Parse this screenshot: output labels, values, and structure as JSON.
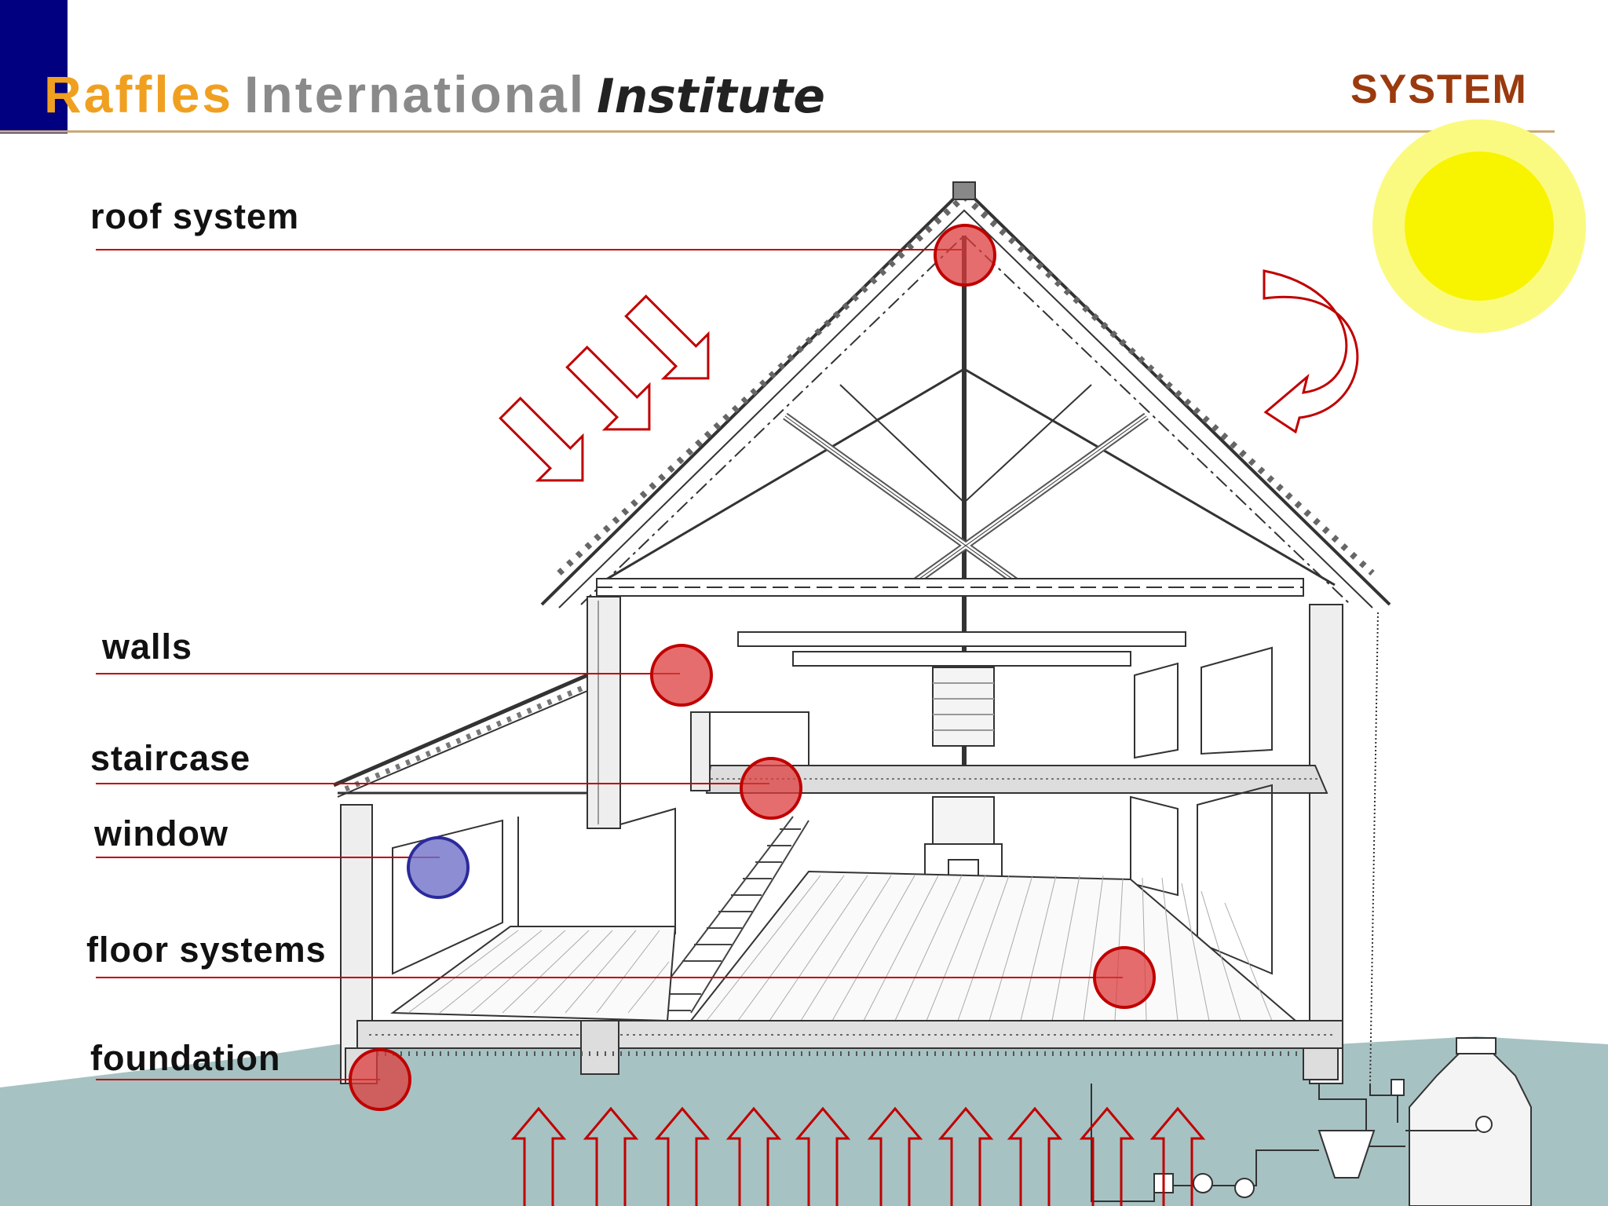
{
  "header": {
    "brand_part1": "Raffles",
    "brand_part2": "International",
    "brand_part3": "Institute",
    "slide_title": "SYSTEM"
  },
  "labels": {
    "roof_system": "roof system",
    "walls": "walls",
    "staircase": "staircase",
    "window": "window",
    "floor_systems": "floor systems",
    "foundation": "foundation"
  },
  "colors": {
    "brand_orange": "#f0a020",
    "brand_grey": "#8a8a8a",
    "title_brown": "#9a3a0e",
    "accent_navy": "#000080",
    "marker_red": "#dc3c3c",
    "marker_blue": "#7070c8",
    "arrow_red": "#c00000",
    "ground": "#a7c2c3",
    "sun": "#f8f400"
  }
}
